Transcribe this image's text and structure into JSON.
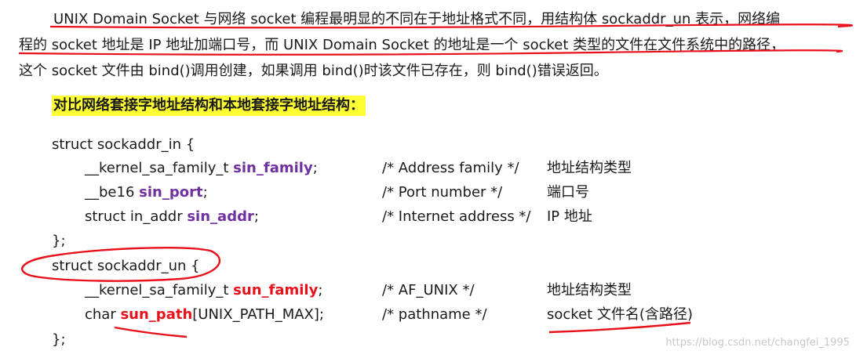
{
  "paragraph": {
    "line1": "UNIX Domain Socket 与网络 socket 编程最明显的不同在于地址格式不同，用结构体 sockaddr_un 表示，网络编",
    "line2": "程的 socket 地址是 IP 地址加端口号，而 UNIX Domain Socket 的地址是一个 socket 类型的文件在文件系统中的路径，",
    "line3": "这个 socket 文件由 bind()调用创建，如果调用 bind()时该文件已存在，则 bind()错误返回。"
  },
  "highlight": "对比网络套接字地址结构和本地套接字地址结构：",
  "struct_in": {
    "open": "struct sockaddr_in {",
    "fields": [
      {
        "type": "__kernel_sa_family_t ",
        "name": "sin_family",
        "suffix": ";",
        "comment": "/* Address family */",
        "note": "地址结构类型"
      },
      {
        "type": "__be16 ",
        "name": "sin_port",
        "suffix": ";",
        "comment": "/* Port number */",
        "note": "端口号"
      },
      {
        "type": "struct in_addr ",
        "name": "sin_addr",
        "suffix": ";",
        "comment": "/* Internet address */",
        "note": "IP 地址"
      }
    ],
    "close": "};"
  },
  "struct_un": {
    "open": "struct sockaddr_un {",
    "fields": [
      {
        "type": "__kernel_sa_family_t ",
        "name": "sun_family",
        "suffix": ";",
        "comment": "/* AF_UNIX */",
        "note": "地址结构类型"
      },
      {
        "type": "char ",
        "name": "sun_path",
        "suffix": "[UNIX_PATH_MAX];",
        "comment": "/* pathname */",
        "note": "socket 文件名(含路径)"
      }
    ],
    "close": "};"
  },
  "watermark": "https://blog.csdn.net/changfei_1995",
  "colors": {
    "purple_field": "#7030a0",
    "red_field": "#e8101a",
    "highlight": "#ffff33",
    "annotation": "#e8101a"
  }
}
